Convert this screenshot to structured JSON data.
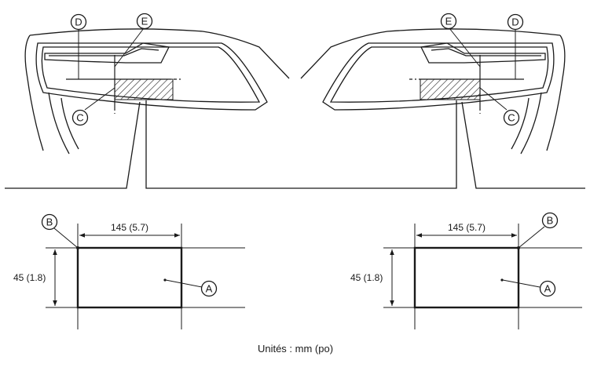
{
  "callouts": {
    "A": "A",
    "B": "B",
    "C": "C",
    "D": "D",
    "E": "E"
  },
  "dimensions": {
    "width": "145 (5.7)",
    "height": "45 (1.8)"
  },
  "units_note": "Unités : mm (po)",
  "colors": {
    "line": "#1a1a1a",
    "background": "#ffffff"
  }
}
